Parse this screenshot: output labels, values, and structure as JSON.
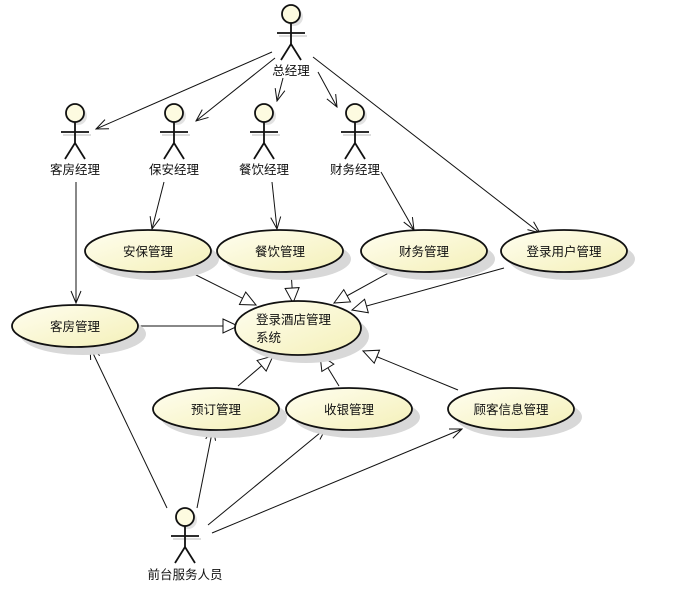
{
  "colors": {
    "usecase_fill": "#fbf8d6",
    "usecase_fill_edge": "#f2eeb4",
    "stroke": "#111111",
    "shadow": "#d8d8d8",
    "head_fill": "#fdfbe0"
  },
  "actors": [
    {
      "id": "gm",
      "label": "总经理"
    },
    {
      "id": "room_mgr",
      "label": "客房经理"
    },
    {
      "id": "sec_mgr",
      "label": "保安经理"
    },
    {
      "id": "food_mgr",
      "label": "餐饮经理"
    },
    {
      "id": "fin_mgr",
      "label": "财务经理"
    },
    {
      "id": "front",
      "label": "前台服务人员"
    }
  ],
  "usecases": [
    {
      "id": "security",
      "label": "安保管理"
    },
    {
      "id": "catering",
      "label": "餐饮管理"
    },
    {
      "id": "finance",
      "label": "财务管理"
    },
    {
      "id": "users",
      "label": "登录用户管理"
    },
    {
      "id": "rooms",
      "label": "客房管理"
    },
    {
      "id": "system",
      "label_line1": "登录酒店管理",
      "label_line2": "系统"
    },
    {
      "id": "booking",
      "label": "预订管理"
    },
    {
      "id": "cashier",
      "label": "收银管理"
    },
    {
      "id": "customer",
      "label": "顾客信息管理"
    }
  ],
  "associations": [
    {
      "from": "gm",
      "to": "room_mgr"
    },
    {
      "from": "gm",
      "to": "sec_mgr"
    },
    {
      "from": "gm",
      "to": "food_mgr"
    },
    {
      "from": "gm",
      "to": "fin_mgr"
    },
    {
      "from": "gm",
      "to": "users"
    },
    {
      "from": "room_mgr",
      "to": "rooms"
    },
    {
      "from": "sec_mgr",
      "to": "security"
    },
    {
      "from": "food_mgr",
      "to": "catering"
    },
    {
      "from": "fin_mgr",
      "to": "finance"
    },
    {
      "from": "front",
      "to": "rooms"
    },
    {
      "from": "front",
      "to": "booking"
    },
    {
      "from": "front",
      "to": "cashier"
    },
    {
      "from": "front",
      "to": "customer"
    }
  ],
  "generalizations": [
    {
      "from": "security",
      "to": "system"
    },
    {
      "from": "catering",
      "to": "system"
    },
    {
      "from": "finance",
      "to": "system"
    },
    {
      "from": "users",
      "to": "system"
    },
    {
      "from": "rooms",
      "to": "system"
    },
    {
      "from": "booking",
      "to": "system"
    },
    {
      "from": "cashier",
      "to": "system"
    },
    {
      "from": "customer",
      "to": "system"
    }
  ]
}
